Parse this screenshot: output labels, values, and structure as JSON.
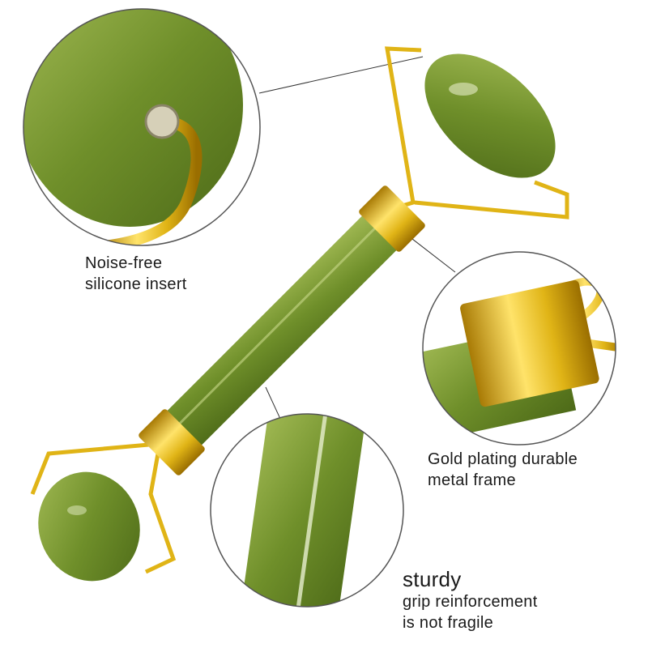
{
  "callouts": {
    "insert": {
      "line1": "Noise-free",
      "line2": "silicone insert"
    },
    "frame": {
      "line1": "Gold plating durable",
      "line2": "metal frame"
    },
    "grip": {
      "title": "sturdy",
      "line1": "grip reinforcement",
      "line2": "is not fragile"
    }
  },
  "colors": {
    "jade": "#6f8f2a",
    "jade_light": "#9bb54a",
    "gold": "#e0b416",
    "circle_outline": "#555555"
  }
}
